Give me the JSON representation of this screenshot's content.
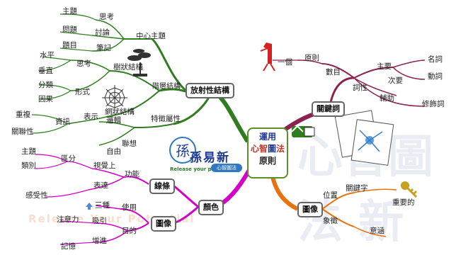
{
  "center": {
    "line1": "運用",
    "line2a": "心智",
    "line2b": "圖",
    "line2c": "法",
    "line3": "原則"
  },
  "branches": {
    "radiant": "放射性結構",
    "keyword": "關鍵詞",
    "line": "線條",
    "color": "顏色",
    "image_main": "圖像",
    "image_right": "圖像"
  },
  "radiant_sub": {
    "central": "中心主題",
    "hierarchy": "階層結構",
    "tree": "樹狀結構",
    "network": "網狀結構",
    "feature": "特徵屬性"
  },
  "central_leaves": {
    "think": "思考",
    "discuss": "討論",
    "notes": "筆記",
    "topic": "主題",
    "problem": "問題",
    "question": "題目"
  },
  "tree_leaves": {
    "think": "思考",
    "form": "形式",
    "horizontal": "水平",
    "vertical": "垂直",
    "classify": "分類",
    "cause": "因果"
  },
  "network_leaves": {
    "show": "表示",
    "info": "資訊",
    "repeat": "重複",
    "relation": "關聯性"
  },
  "feature_leaves": {
    "associate": "聯想",
    "logic": "邏輯",
    "free": "自由"
  },
  "keyword_leaves": {
    "one": "一個",
    "principle": "原則",
    "count": "數目",
    "pos": "詞性",
    "main": "主要",
    "secondary": "次要",
    "noun": "名詞",
    "verb": "動詞",
    "aux": "輔助",
    "modifier": "修飾詞"
  },
  "line_leaves": {
    "function": "功能",
    "visual": "視覺上",
    "express": "表達",
    "distinguish": "區分",
    "topic": "主題",
    "category": "類別",
    "feeling": "感受性"
  },
  "image_leaves": {
    "use": "使用",
    "three": "三種",
    "purpose": "目的",
    "attract": "吸引",
    "attention": "注意力",
    "enhance": "增進",
    "memory": "記憶"
  },
  "image_right_leaves": {
    "position": "位置",
    "keyword": "關鍵字",
    "important": "重要的",
    "symbol": "象徵",
    "concept": "意涵"
  },
  "logo": {
    "title": "孫易新",
    "sub": "Release your potential",
    "badge": "心智圖法"
  },
  "watermark": {
    "chars": "心智圖法 新",
    "sub": "Release Your Potential"
  },
  "colors": {
    "green": "#2f7d1f",
    "purple": "#8b2252",
    "magenta": "#d400c8",
    "orange": "#e8720c",
    "center_border": "#5a8f2a"
  }
}
